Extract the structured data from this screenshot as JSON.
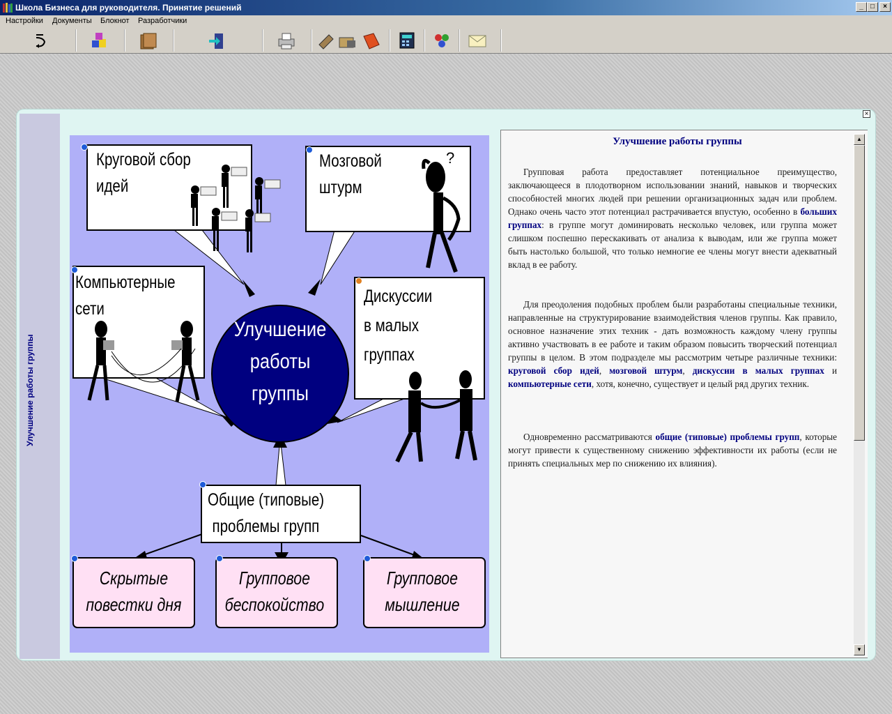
{
  "window": {
    "title": "Школа Бизнеса для руководителя. Принятие решений",
    "min_label": "_",
    "max_label": "□",
    "close_label": "×"
  },
  "menu": [
    "Настройки",
    "Документы",
    "Блокнот",
    "Разработчики"
  ],
  "toolbar": {
    "icons": [
      "return-icon",
      "cubes-icon",
      "folders-icon",
      "exit-door-icon",
      "printer-icon",
      "tools-icon",
      "book-icon",
      "calculator-icon",
      "games-icon",
      "mail-icon"
    ]
  },
  "sidebar": {
    "label": "Улучшение работы группы"
  },
  "panel": {
    "close_label": "×"
  },
  "diagram": {
    "center": [
      "Улучшение",
      "работы",
      "группы"
    ],
    "brainstorm_round": [
      "Круговой сбор",
      "идей"
    ],
    "brainstorm": [
      "Мозговой",
      "штурм"
    ],
    "computer_networks": [
      "Компьютерные",
      "сети"
    ],
    "small_groups": [
      "Дискуссии",
      "в малых",
      "группах"
    ],
    "common_problems": [
      "Общие (типовые)",
      "проблемы групп"
    ],
    "hidden_agendas": [
      "Скрытые",
      "повестки дня"
    ],
    "group_anxiety": [
      "Групповое",
      "беспокойство"
    ],
    "groupthink": [
      "Групповое",
      "мышление"
    ],
    "colors": {
      "background": "#b0b0f8",
      "center": "#000080",
      "bottom_boxes": "#ffe0f4"
    }
  },
  "text": {
    "heading": "Улучшение работы группы",
    "p1_a": "Групповая работа предоставляет потенциальное преимущество, заключающееся в плодотворном использовании знаний, навыков и творческих способностей многих людей при решении организационных задач или проблем. Однако очень часто этот потенциал растрачивается впустую, особенно в ",
    "p1_link": "больших группах",
    "p1_b": ": в группе могут доминировать несколько человек, или группа может слишком поспешно перескакивать от анализа к выводам, или же группа может быть настолько большой, что только немногие ее члены могут внести адекватный вклад в ее работу.",
    "p2_a": "Для преодоления подобных проблем были разработаны специальные техники, направленные на структурирование взаимодействия членов группы. Как правило, основное назначение этих техник - дать возможность каждому члену группы активно участвовать в ее работе и таким образом повысить творческий потенциал группы в целом. В этом подразделе мы рассмотрим четыре различные техники: ",
    "p2_link1": "круговой сбор идей",
    "p2_sep1": ", ",
    "p2_link2": "мозговой штурм",
    "p2_sep2": ", ",
    "p2_link3": "дискуссии в малых группах",
    "p2_sep3": " и ",
    "p2_link4": "компьютерные сети",
    "p2_b": ", хотя, конечно, существует и целый ряд других техник.",
    "p3_a": "Одновременно рассматриваются ",
    "p3_link": "общие (типовые) проблемы групп",
    "p3_b": ", которые могут привести к существенному снижению эффективности их работы (если не принять специальных мер по снижению их влияния)."
  }
}
